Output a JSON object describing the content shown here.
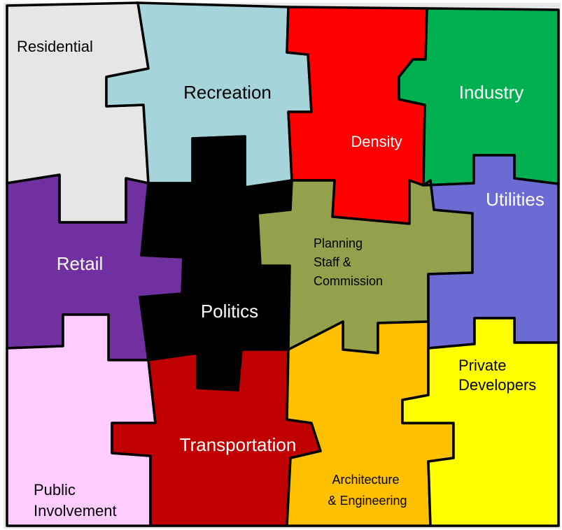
{
  "colors": {
    "frame_background": "#e8e8e8",
    "outline": "#000000",
    "residential": "#e6e6e6",
    "recreation": "#a5d5db",
    "density": "#ff0000",
    "industry": "#00b050",
    "retail": "#7030a0",
    "politics": "#000000",
    "planning": "#93a04c",
    "utilities": "#6b6bd3",
    "public_involvement": "#ffccff",
    "transportation": "#c00000",
    "architecture": "#ffc000",
    "private_developers": "#ffff00"
  },
  "pieces": {
    "residential": {
      "lines": [
        "Residential"
      ]
    },
    "recreation": {
      "lines": [
        "Recreation"
      ]
    },
    "density": {
      "lines": [
        "Density"
      ]
    },
    "industry": {
      "lines": [
        "Industry"
      ]
    },
    "retail": {
      "lines": [
        "Retail"
      ]
    },
    "politics": {
      "lines": [
        "Politics"
      ]
    },
    "planning": {
      "lines": [
        "Planning",
        "Staff &",
        "Commission"
      ]
    },
    "utilities": {
      "lines": [
        "Utilities"
      ]
    },
    "public_involvement": {
      "lines": [
        "Public",
        "Involvement"
      ]
    },
    "transportation": {
      "lines": [
        "Transportation"
      ]
    },
    "architecture": {
      "lines": [
        "Architecture",
        "& Engineering"
      ]
    },
    "private_developers": {
      "lines": [
        "Private",
        "Developers"
      ]
    }
  }
}
